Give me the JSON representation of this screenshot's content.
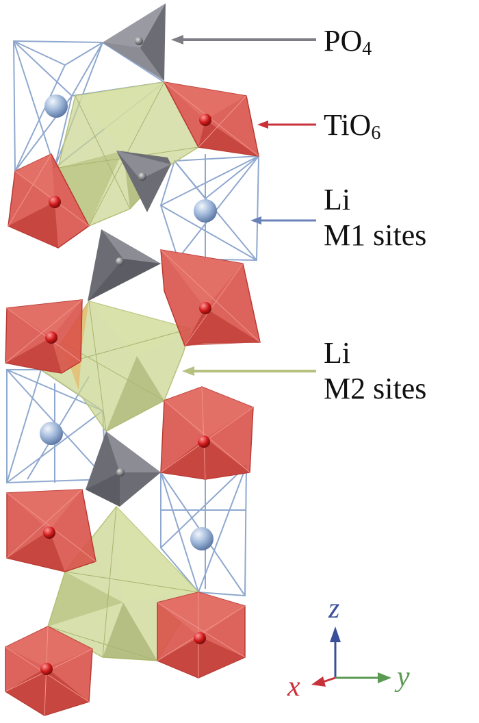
{
  "labels": {
    "po4": {
      "main": "PO",
      "sub": "4"
    },
    "tio6": {
      "main": "TiO",
      "sub": "6"
    },
    "li_m1": {
      "line1": "Li",
      "line2": "M1 sites"
    },
    "li_m2": {
      "line1": "Li",
      "line2": "M2 sites"
    }
  },
  "axes": {
    "z": "z",
    "x": "x",
    "y": "y"
  },
  "colors": {
    "tio6": "#d9534a",
    "po4": "#7d7d86",
    "li_m1": "#8fa8cf",
    "li_m2": "#c9d48f",
    "z_axis": "#3a4f9a",
    "x_axis": "#c8313a",
    "y_axis": "#5a9a52"
  }
}
